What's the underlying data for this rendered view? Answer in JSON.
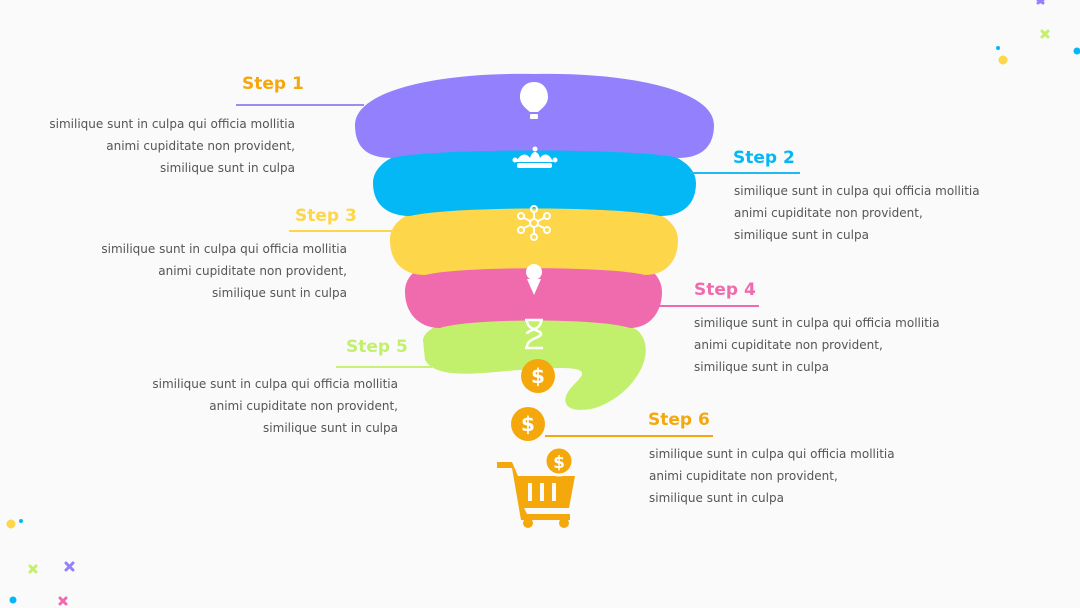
{
  "colors": {
    "purple": "#9380fc",
    "blue": "#03b8f4",
    "yellow": "#fdd64a",
    "pink": "#f06bae",
    "green": "#c2ef6c",
    "orange": "#f4a80c",
    "line_purple": "#9a8cf0",
    "line_blue": "#21b7ef",
    "line_yellow": "#fdd64a",
    "line_pink": "#f06bae",
    "line_green": "#c9ef77",
    "line_orange": "#f4a80c"
  },
  "description_lines": [
    "similique sunt in culpa qui officia mollitia",
    "animi cupiditate non provident,",
    "similique sunt in culpa"
  ],
  "steps": [
    {
      "title": "Step 1",
      "icon": "hot-air-balloon-icon",
      "color": "#f4a80c",
      "line": "#9a8cf0",
      "lines": [
        "similique sunt in culpa qui officia mollitia",
        "animi cupiditate non provident,",
        "similique sunt in culpa"
      ]
    },
    {
      "title": "Step 2",
      "icon": "jester-hat-icon",
      "color": "#03b8f4",
      "line": "#21b7ef",
      "lines": [
        "similique sunt in culpa qui officia mollitia",
        "animi cupiditate non provident,",
        "similique sunt in culpa"
      ]
    },
    {
      "title": "Step 3",
      "icon": "network-icon",
      "color": "#fdd64a",
      "line": "#fdd64a",
      "lines": [
        "similique sunt in culpa qui officia mollitia",
        "animi cupiditate non provident,",
        "similique sunt in culpa"
      ]
    },
    {
      "title": "Step 4",
      "icon": "ice-cream-icon",
      "color": "#f06bae",
      "line": "#f06bae",
      "lines": [
        "similique sunt in culpa qui officia mollitia",
        "animi cupiditate non provident,",
        "similique sunt in culpa"
      ]
    },
    {
      "title": "Step 5",
      "icon": "hourglass-icon",
      "color": "#c2ef6c",
      "line": "#c9ef77",
      "lines": [
        "similique sunt in culpa qui officia mollitia",
        "animi cupiditate non provident,",
        "similique sunt in culpa"
      ]
    },
    {
      "title": "Step 6",
      "icon": "dollar-coin-icon",
      "color": "#f4a80c",
      "line": "#f4a80c",
      "lines": [
        "similique sunt in culpa qui officia mollitia",
        "animi cupiditate non provident,",
        "similique sunt in culpa"
      ]
    }
  ],
  "bottom_icon": "shopping-cart-icon"
}
